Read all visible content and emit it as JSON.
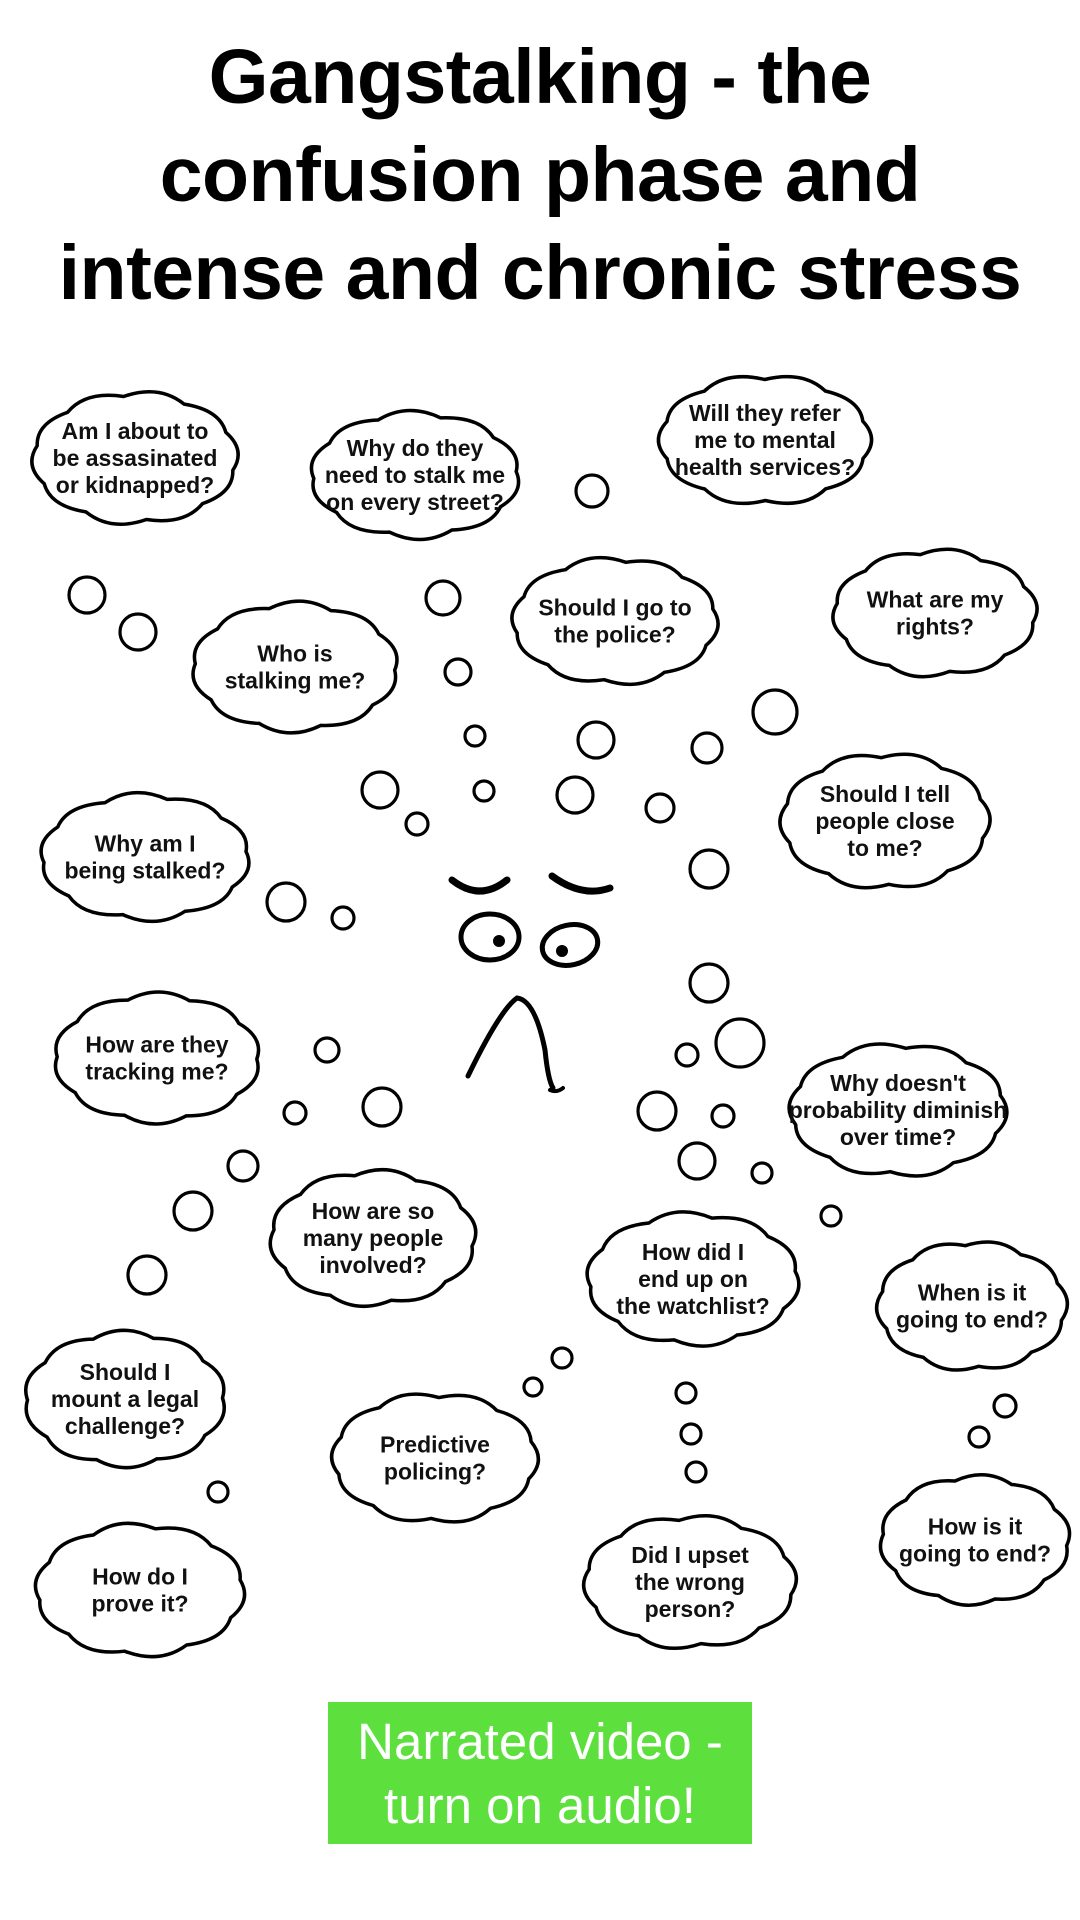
{
  "title": {
    "lines": [
      "Gangstalking - the",
      "confusion phase and",
      "intense and chronic stress"
    ]
  },
  "thoughts": [
    {
      "lines": [
        "Am I about to",
        "be assasinated",
        "or kidnapped?"
      ]
    },
    {
      "lines": [
        "Why do they",
        "need to stalk me",
        "on every street?"
      ]
    },
    {
      "lines": [
        "Will they refer",
        "me to mental",
        "health services?"
      ]
    },
    {
      "lines": [
        "Who is",
        "stalking me?"
      ]
    },
    {
      "lines": [
        "Should I go to",
        "the police?"
      ]
    },
    {
      "lines": [
        "What are my",
        "rights?"
      ]
    },
    {
      "lines": [
        "Why am I",
        "being stalked?"
      ]
    },
    {
      "lines": [
        "Should I tell",
        "people close",
        "to me?"
      ]
    },
    {
      "lines": [
        "How are they",
        "tracking me?"
      ]
    },
    {
      "lines": [
        "Why doesn't",
        "probability diminish",
        "over time?"
      ]
    },
    {
      "lines": [
        "How are so",
        "many people",
        "involved?"
      ]
    },
    {
      "lines": [
        "How did I",
        "end up on",
        "the watchlist?"
      ]
    },
    {
      "lines": [
        "When is it",
        "going to end?"
      ]
    },
    {
      "lines": [
        "Should I",
        "mount a legal",
        "challenge?"
      ]
    },
    {
      "lines": [
        "Predictive",
        "policing?"
      ]
    },
    {
      "lines": [
        "How is it",
        "going to end?"
      ]
    },
    {
      "lines": [
        "How do I",
        "prove it?"
      ]
    },
    {
      "lines": [
        "Did I upset",
        "the wrong",
        "person?"
      ]
    }
  ],
  "character": {
    "icon": "worried-face-icon"
  },
  "banner": {
    "lines": [
      "Narrated video -",
      "turn on audio!"
    ],
    "background_color": "#5de03e",
    "text_color": "#ffffff"
  }
}
